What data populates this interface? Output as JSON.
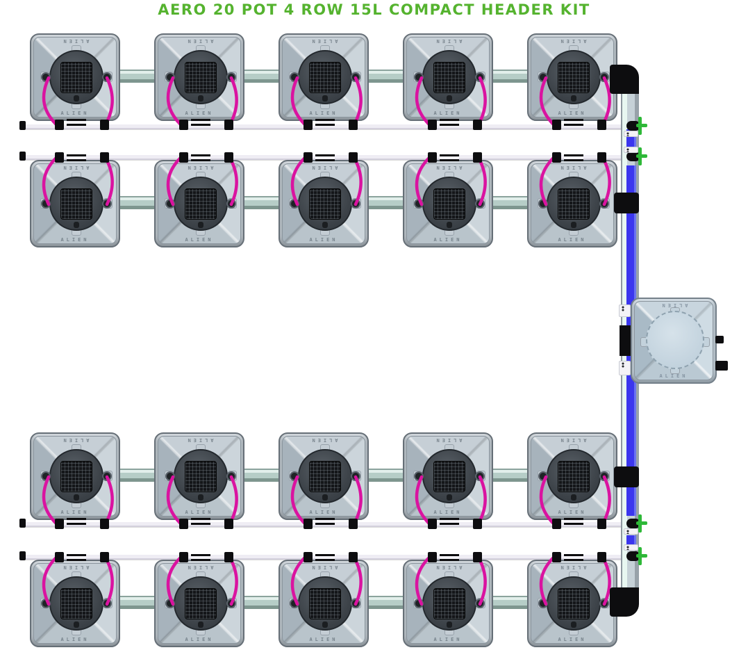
{
  "title": "AERO 20 POT 4 ROW 15L COMPACT HEADER KIT",
  "brand_label": "ALIEN",
  "system": {
    "pot_count": 20,
    "row_count": 4,
    "pots_per_row": 5,
    "pot_volume": "15L",
    "kit_type": "COMPACT HEADER KIT"
  },
  "colors": {
    "title_green": "#55b32f",
    "tube_pink": "#da13a0",
    "header_pipe_blue": "#3b36ee",
    "connector_green": "#2eb838",
    "pot_grey": "#b7c1c9",
    "return_pipe_white": "#efedf4",
    "inter_pot_rail_grey": "#b6cdc7",
    "fitting_black": "#0d0d0f",
    "tank_grey_blue": "#bccbd6"
  },
  "rows": [
    {
      "name": "row-1",
      "pots": 5,
      "tube_direction": "down",
      "feed_connection": "elbow-top"
    },
    {
      "name": "row-2",
      "pots": 5,
      "tube_direction": "up",
      "feed_connection": "tee"
    },
    {
      "name": "row-3",
      "pots": 5,
      "tube_direction": "down",
      "feed_connection": "tee"
    },
    {
      "name": "row-4",
      "pots": 5,
      "tube_direction": "up",
      "feed_connection": "elbow-bottom"
    }
  ],
  "reservoir": {
    "present": true,
    "position": "right-center",
    "brand_label": "ALIEN"
  }
}
